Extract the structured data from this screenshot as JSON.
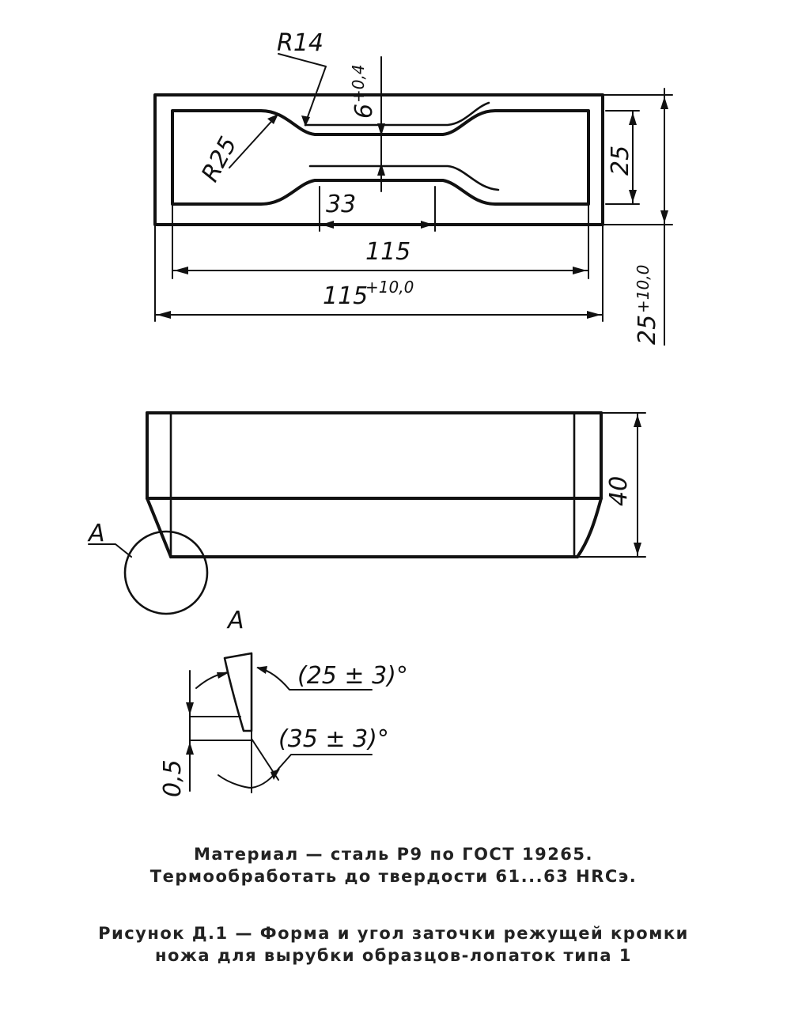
{
  "drawing": {
    "top_view": {
      "radius_small": "R14",
      "radius_large": "R25",
      "neck_width": "6",
      "neck_tolerance": "+0,4",
      "height_inner": "25",
      "height_outer": "25",
      "height_outer_tolerance": "+10,0",
      "neck_length": "33",
      "length_inner": "115",
      "length_outer": "115",
      "length_outer_tolerance": "+10,0"
    },
    "side_view": {
      "height": "40",
      "detail_label": "A"
    },
    "detail": {
      "title": "A",
      "angle_upper": "(25 ± 3)°",
      "angle_lower": "(35 ± 3)°",
      "edge_offset": "0,5"
    }
  },
  "caption": {
    "material_line_1": "Материал — сталь Р9 по ГОСТ 19265.",
    "material_line_2": "Термообработать до твердости 61...63 HRCэ.",
    "figure_line_1": "Рисунок Д.1 — Форма и угол заточки режущей кромки",
    "figure_line_2": "ножа для вырубки образцов-лопаток типа 1"
  }
}
